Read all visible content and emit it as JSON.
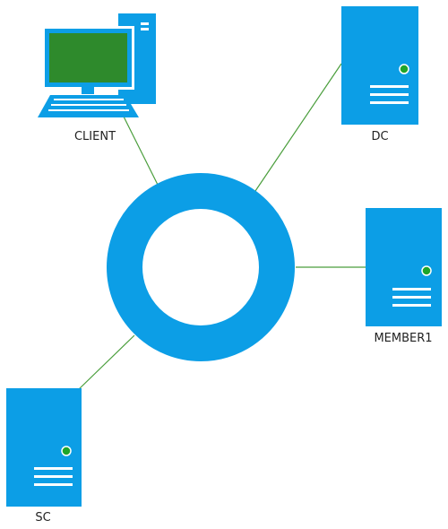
{
  "colors": {
    "device": "#0c9ee6",
    "link": "#4a9e3c",
    "screen": "#2e8a2c",
    "led": "#1fa52a",
    "ring_inner": "#ffffff"
  },
  "nodes": {
    "client": {
      "label": "CLIENT",
      "icon": "desktop-computer-icon"
    },
    "dc": {
      "label": "DC",
      "icon": "server-icon"
    },
    "member1": {
      "label": "MEMBER1",
      "icon": "server-icon"
    },
    "sc": {
      "label": "SC",
      "icon": "server-icon"
    }
  },
  "hub": {
    "icon": "network-ring-icon"
  }
}
